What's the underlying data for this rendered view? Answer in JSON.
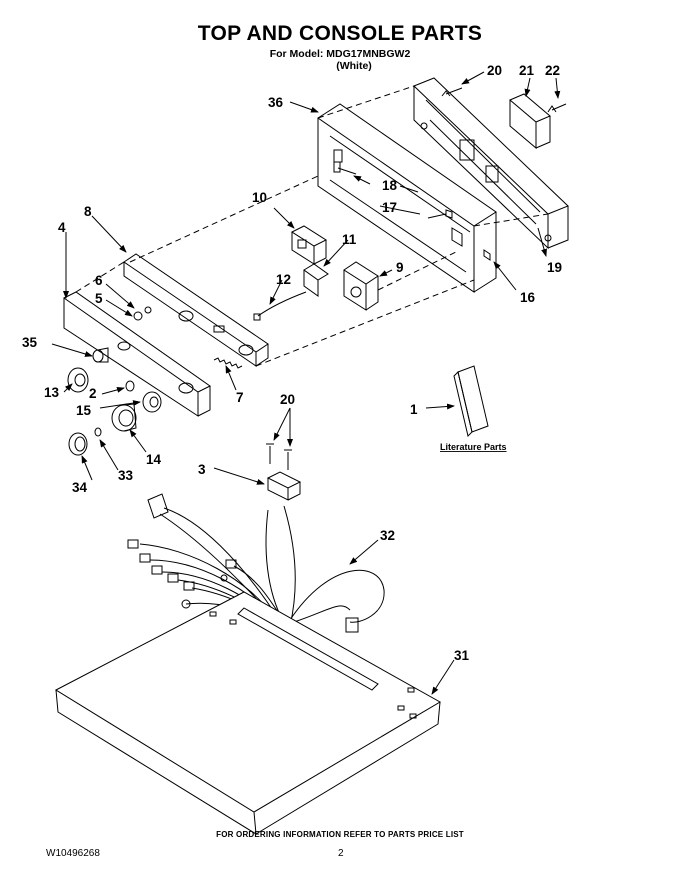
{
  "header": {
    "title": "TOP AND CONSOLE PARTS",
    "model_line": "For Model: MDG17MNBGW2",
    "color_line": "(White)"
  },
  "callouts": {
    "p1": "1",
    "p2": "2",
    "p3": "3",
    "p4": "4",
    "p5": "5",
    "p6": "6",
    "p7": "7",
    "p8": "8",
    "p9": "9",
    "p10": "10",
    "p11": "11",
    "p12": "12",
    "p13": "13",
    "p14": "14",
    "p15": "15",
    "p16": "16",
    "p17": "17",
    "p18": "18",
    "p19": "19",
    "p20a": "20",
    "p20b": "20",
    "p21": "21",
    "p22": "22",
    "p31": "31",
    "p32": "32",
    "p33": "33",
    "p34": "34",
    "p35": "35",
    "p36": "36"
  },
  "literature_label": "Literature Parts",
  "footer": {
    "note": "FOR ORDERING INFORMATION REFER TO PARTS PRICE LIST",
    "doc_id": "W10496268",
    "page": "2"
  }
}
